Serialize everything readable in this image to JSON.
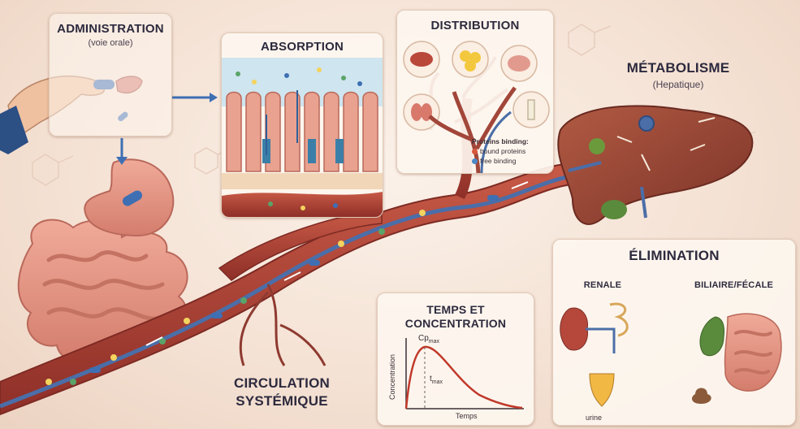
{
  "administration": {
    "title": "ADMINISTRATION",
    "subtitle": "(voie orale)"
  },
  "absorption": {
    "title": "ABSORPTION"
  },
  "distribution": {
    "title": "DISTRIBUTION",
    "binding_title": "Proteins binding:",
    "binding_items": [
      "bound proteins",
      "free binding"
    ]
  },
  "metabolisme": {
    "title": "MÉTABOLISME",
    "subtitle": "(Hepatique)"
  },
  "elimination": {
    "title": "ÉLIMINATION",
    "renal": "RENALE",
    "biliary": "BILIAIRE/FÉCALE",
    "urine": "urine"
  },
  "temps": {
    "title_line1": "TEMPS ET",
    "title_line2": "CONCENTRATION",
    "ylabel": "Concentration",
    "xlabel": "Temps",
    "cpmax_base": "Cp",
    "cpmax_sub": "max",
    "tmax_base": "t",
    "tmax_sub": "max"
  },
  "circulation": {
    "line1": "CIRCULATION",
    "line2": "SYSTÉMIQUE"
  },
  "colors": {
    "vessel": "#b8473a",
    "vein": "#4b6ea8",
    "panel": "#fdf6ef",
    "title": "#2d2a3e",
    "liver": "#9b4a38"
  }
}
